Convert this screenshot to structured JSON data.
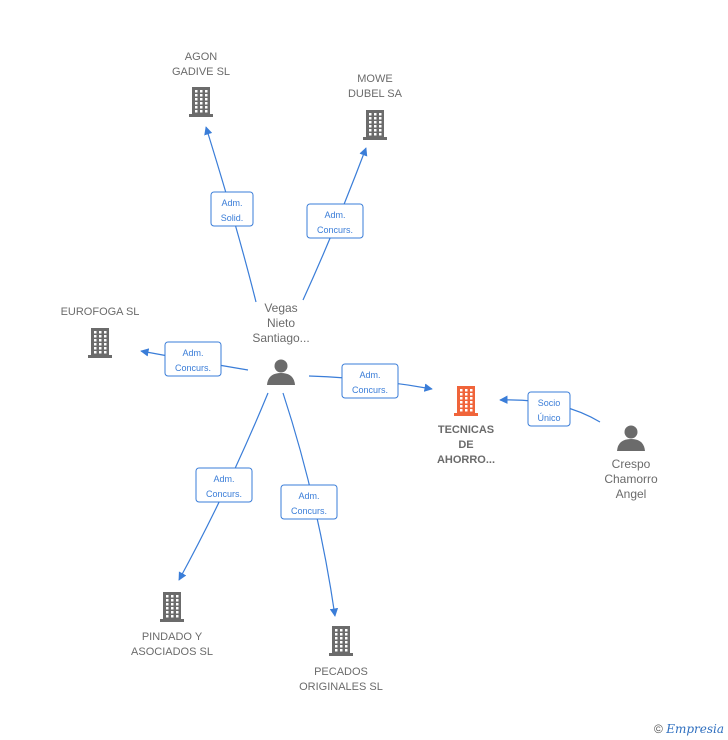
{
  "colors": {
    "edge": "#3a7dd8",
    "company": "#6b6b6b",
    "focus_company": "#f0643a",
    "person": "#6b6b6b"
  },
  "nodes": [
    {
      "id": "agon",
      "type": "company",
      "lines": [
        "AGON",
        "GADIVE SL"
      ]
    },
    {
      "id": "mowe",
      "type": "company",
      "lines": [
        "MOWE",
        "DUBEL SA"
      ]
    },
    {
      "id": "eurofoga",
      "type": "company",
      "lines": [
        "EUROFOGA SL"
      ]
    },
    {
      "id": "vegas",
      "type": "person",
      "lines": [
        "Vegas",
        "Nieto",
        "Santiago..."
      ]
    },
    {
      "id": "tecnicas",
      "type": "focus_company",
      "lines": [
        "TECNICAS",
        "DE",
        "AHORRO..."
      ]
    },
    {
      "id": "crespo",
      "type": "person",
      "lines": [
        "Crespo",
        "Chamorro",
        "Angel"
      ]
    },
    {
      "id": "pindado",
      "type": "company",
      "lines": [
        "PINDADO Y",
        "ASOCIADOS SL"
      ]
    },
    {
      "id": "pecados",
      "type": "company",
      "lines": [
        "PECADOS",
        "ORIGINALES SL"
      ]
    }
  ],
  "edges": [
    {
      "from": "vegas",
      "to": "agon",
      "label": [
        "Adm.",
        "Solid."
      ]
    },
    {
      "from": "vegas",
      "to": "mowe",
      "label": [
        "Adm.",
        "Concurs."
      ]
    },
    {
      "from": "vegas",
      "to": "eurofoga",
      "label": [
        "Adm.",
        "Concurs."
      ]
    },
    {
      "from": "vegas",
      "to": "tecnicas",
      "label": [
        "Adm.",
        "Concurs."
      ]
    },
    {
      "from": "vegas",
      "to": "pindado",
      "label": [
        "Adm.",
        "Concurs."
      ]
    },
    {
      "from": "vegas",
      "to": "pecados",
      "label": [
        "Adm.",
        "Concurs."
      ]
    },
    {
      "from": "crespo",
      "to": "tecnicas",
      "label": [
        "Socio",
        "Único"
      ]
    }
  ],
  "credit": {
    "symbol": "©",
    "brand": "Empresia"
  }
}
